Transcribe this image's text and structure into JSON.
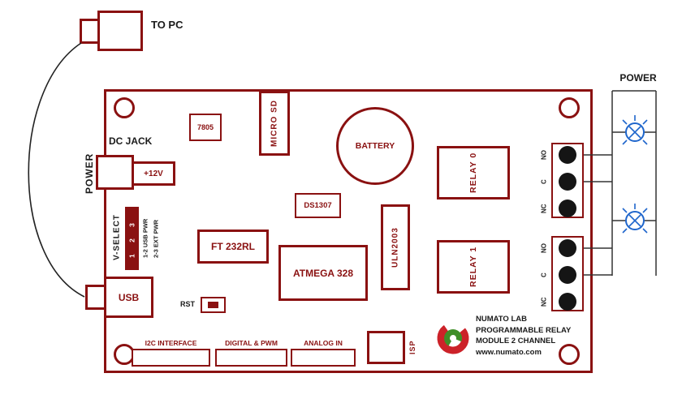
{
  "colors": {
    "board_outline": "#8a1111",
    "black_text": "#1a1a1a",
    "bulb_blue": "#1f66cc",
    "logo_red": "#cc2229",
    "logo_green": "#3f8e28",
    "wire": "#333333",
    "terminal_black": "#151515"
  },
  "labels": {
    "to_pc": "TO PC",
    "power_left": "POWER",
    "power_right": "POWER",
    "dc_jack": "DC JACK",
    "v_select": "V-SELECT",
    "v_select_pins": "1 2 3",
    "v_select_note1": "1-2 USB PWR",
    "v_select_note2": "2-3 EXT PWR",
    "rst": "RST"
  },
  "components": {
    "regulator": "7805",
    "micro_sd": "MICRO SD",
    "battery": "BATTERY",
    "dc_input": "+12V",
    "usb": "USB",
    "ft232rl": "FT 232RL",
    "ds1307": "DS1307",
    "atmega": "ATMEGA 328",
    "uln2003": "ULN2003",
    "relay0": "RELAY 0",
    "relay1": "RELAY 1",
    "isp": "ISP",
    "i2c_header": "I2C INTERFACE",
    "digital_pwm_header": "DIGITAL & PWM",
    "analog_in_header": "ANALOG IN"
  },
  "terminals": {
    "relay0": [
      "NO",
      "C",
      "NC"
    ],
    "relay1": [
      "NO",
      "C",
      "NC"
    ]
  },
  "branding": {
    "line1": "NUMATO LAB",
    "line2": "PROGRAMMABLE RELAY",
    "line3": "MODULE 2 CHANNEL",
    "line4": "www.numato.com"
  }
}
